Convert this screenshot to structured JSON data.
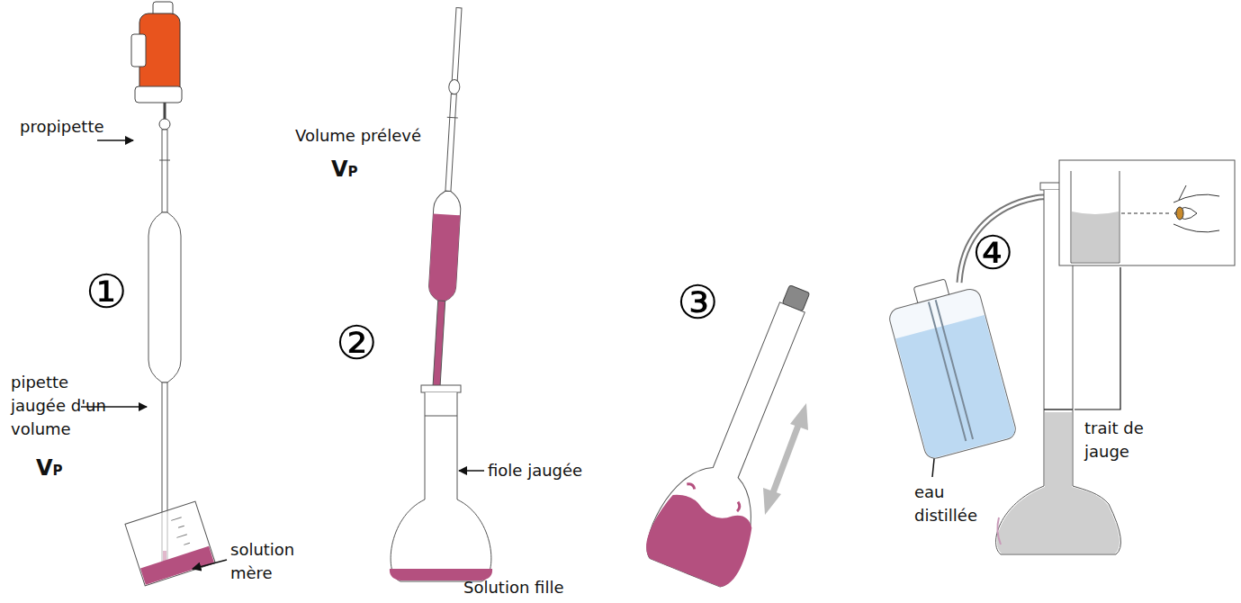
{
  "diagram": {
    "labels": [
      "propipette",
      "①",
      "pipette jaugée d'un volume",
      "VP",
      "solution mère",
      "Volume prélevé",
      "VP",
      "②",
      "fiole jaugée",
      "Solution fille",
      "③",
      "④",
      "eau distillée",
      "trait de jauge"
    ]
  }
}
